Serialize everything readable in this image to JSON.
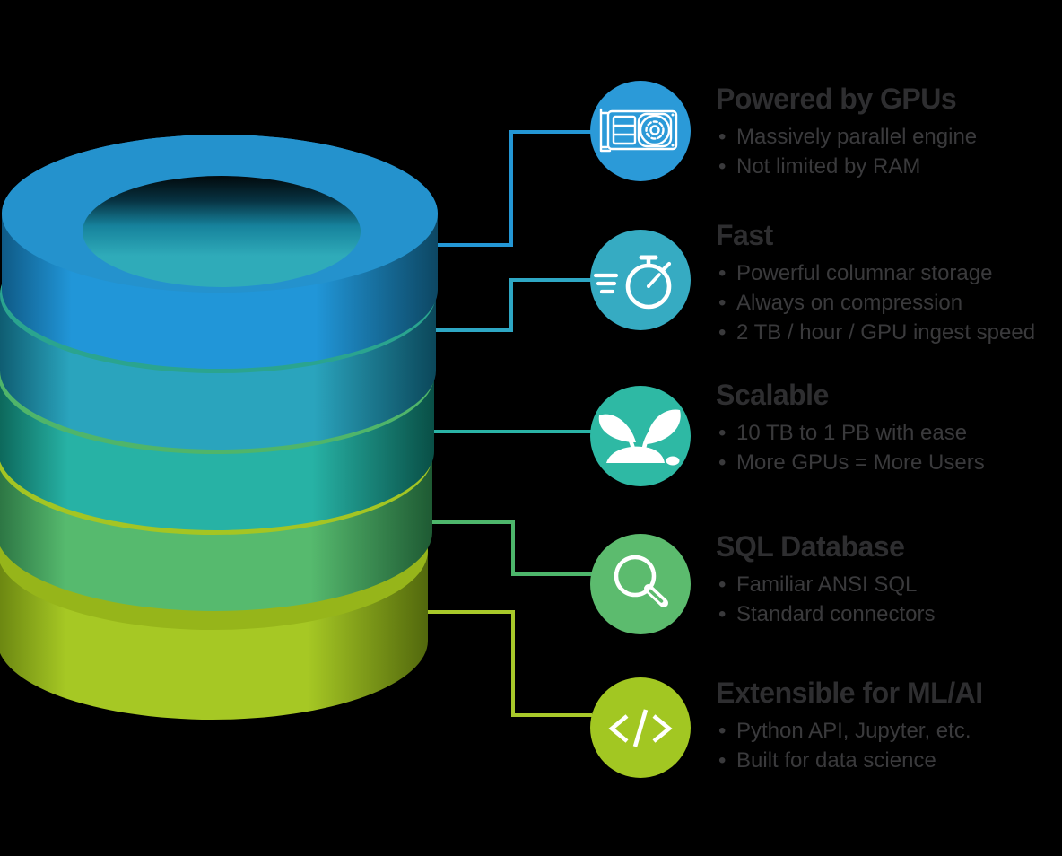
{
  "canvas": {
    "background": "#000000"
  },
  "text_colors": {
    "title": "#2e2e30",
    "bullet": "#3a3a3c"
  },
  "features": [
    {
      "title": "Powered by GPUs",
      "bullets": [
        "Massively parallel engine",
        "Not limited by RAM"
      ],
      "icon": "gpu-card-icon",
      "circle_color": "#2b9ad8",
      "line_color": "#2497d5"
    },
    {
      "title": "Fast",
      "bullets": [
        "Powerful columnar storage",
        "Always on compression",
        "2 TB / hour / GPU ingest speed"
      ],
      "icon": "stopwatch-icon",
      "circle_color": "#36abc2",
      "line_color": "#2ea7c4"
    },
    {
      "title": "Scalable",
      "bullets": [
        "10 TB to 1 PB with ease",
        "More GPUs = More Users"
      ],
      "icon": "sprout-icon",
      "circle_color": "#2eb9a4",
      "line_color": "#2ab3a6"
    },
    {
      "title": "SQL Database",
      "bullets": [
        "Familiar ANSI SQL",
        "Standard connectors"
      ],
      "icon": "magnifier-icon",
      "circle_color": "#5cbb6e",
      "line_color": "#4db66b"
    },
    {
      "title": "Extensible for ML/AI",
      "bullets": [
        "Python API, Jupyter, etc.",
        "Built for data science"
      ],
      "icon": "code-icon",
      "circle_color": "#a2c722",
      "line_color": "#a8c92a"
    }
  ],
  "cylinder": {
    "hole_teal": "#2fabb9",
    "rings": [
      {
        "name": "ring-1-blue",
        "color": "#2196d8",
        "top": "#2492cd"
      },
      {
        "name": "ring-2-teal-blue",
        "color": "#2aa4bd",
        "top": "#2aa48f"
      },
      {
        "name": "ring-3-teal",
        "color": "#27b2a5",
        "top": "#4fb56a"
      },
      {
        "name": "ring-4-green",
        "color": "#56ba6e",
        "top": "#a4c523"
      },
      {
        "name": "ring-5-lime",
        "color": "#a6c824",
        "top": "#96b51a"
      }
    ]
  }
}
